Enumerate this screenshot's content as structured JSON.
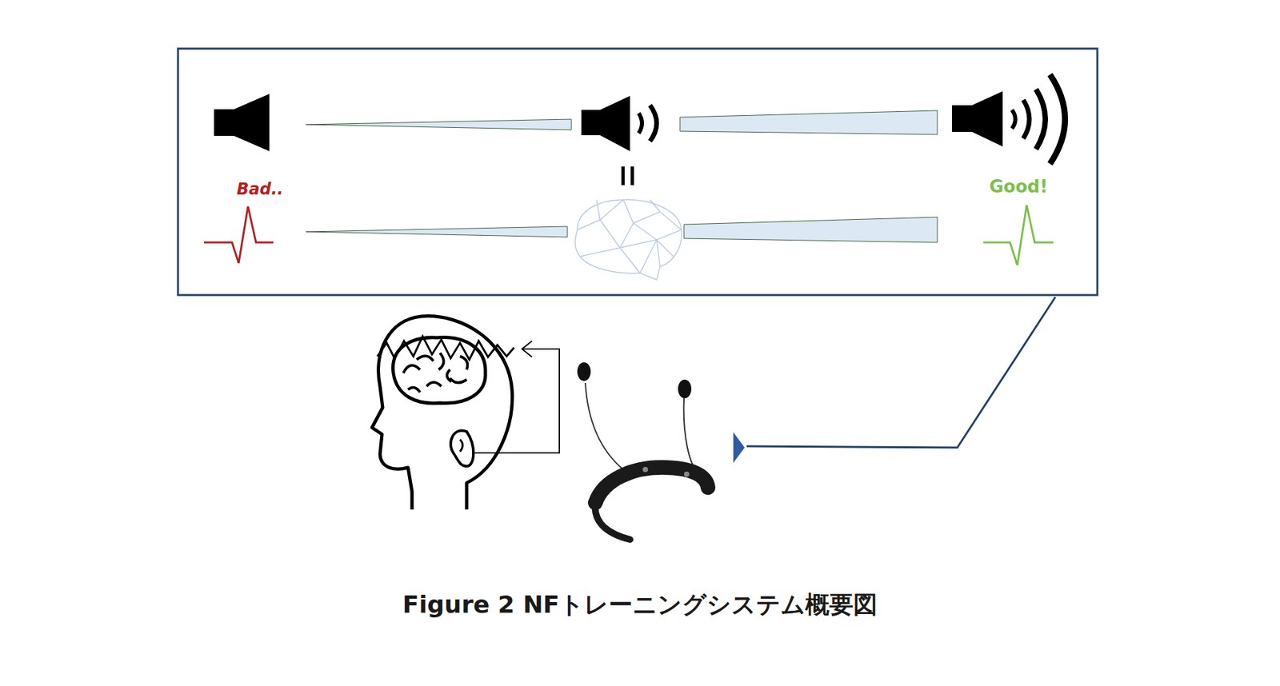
{
  "diagram": {
    "caption": "Figure 2 NFトレーニングシステム概要図",
    "labels": [
      "Bad..",
      "Good!"
    ]
  }
}
